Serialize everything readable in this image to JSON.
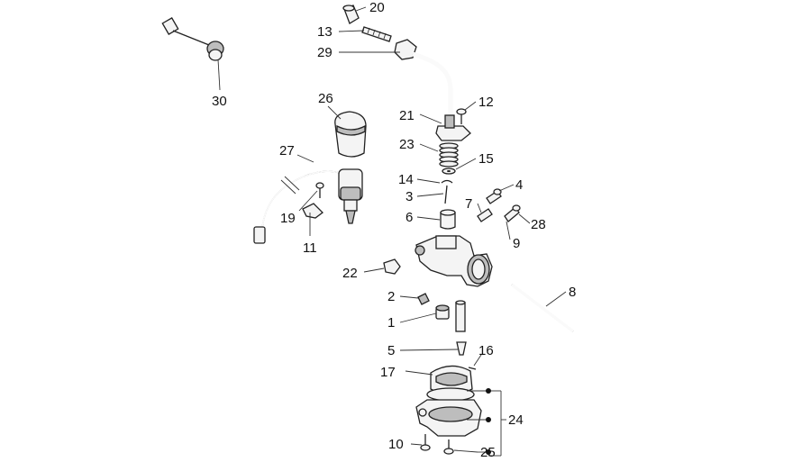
{
  "diagram": {
    "callouts": {
      "c1": "1",
      "c2": "2",
      "c3": "3",
      "c4": "4",
      "c5": "5",
      "c6": "6",
      "c7": "7",
      "c8": "8",
      "c9": "9",
      "c10": "10",
      "c11": "11",
      "c12": "12",
      "c13": "13",
      "c14": "14",
      "c15": "15",
      "c16": "16",
      "c17": "17",
      "c19": "19",
      "c20": "20",
      "c21": "21",
      "c22": "22",
      "c23": "23",
      "c24": "24",
      "c25": "25",
      "c26": "26",
      "c27": "27",
      "c28": "28",
      "c29": "29",
      "c30": "30"
    }
  }
}
